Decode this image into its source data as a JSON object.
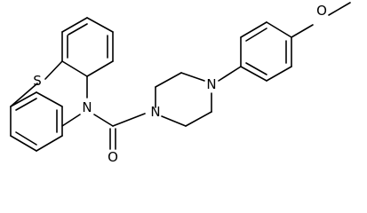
{
  "structure": {
    "atoms": [
      {
        "id": "S1",
        "label": "S"
      },
      {
        "id": "N1",
        "label": "N"
      },
      {
        "id": "O1",
        "label": "O"
      },
      {
        "id": "N2",
        "label": "N"
      },
      {
        "id": "N3",
        "label": "N"
      },
      {
        "id": "O2",
        "label": "O"
      }
    ]
  }
}
